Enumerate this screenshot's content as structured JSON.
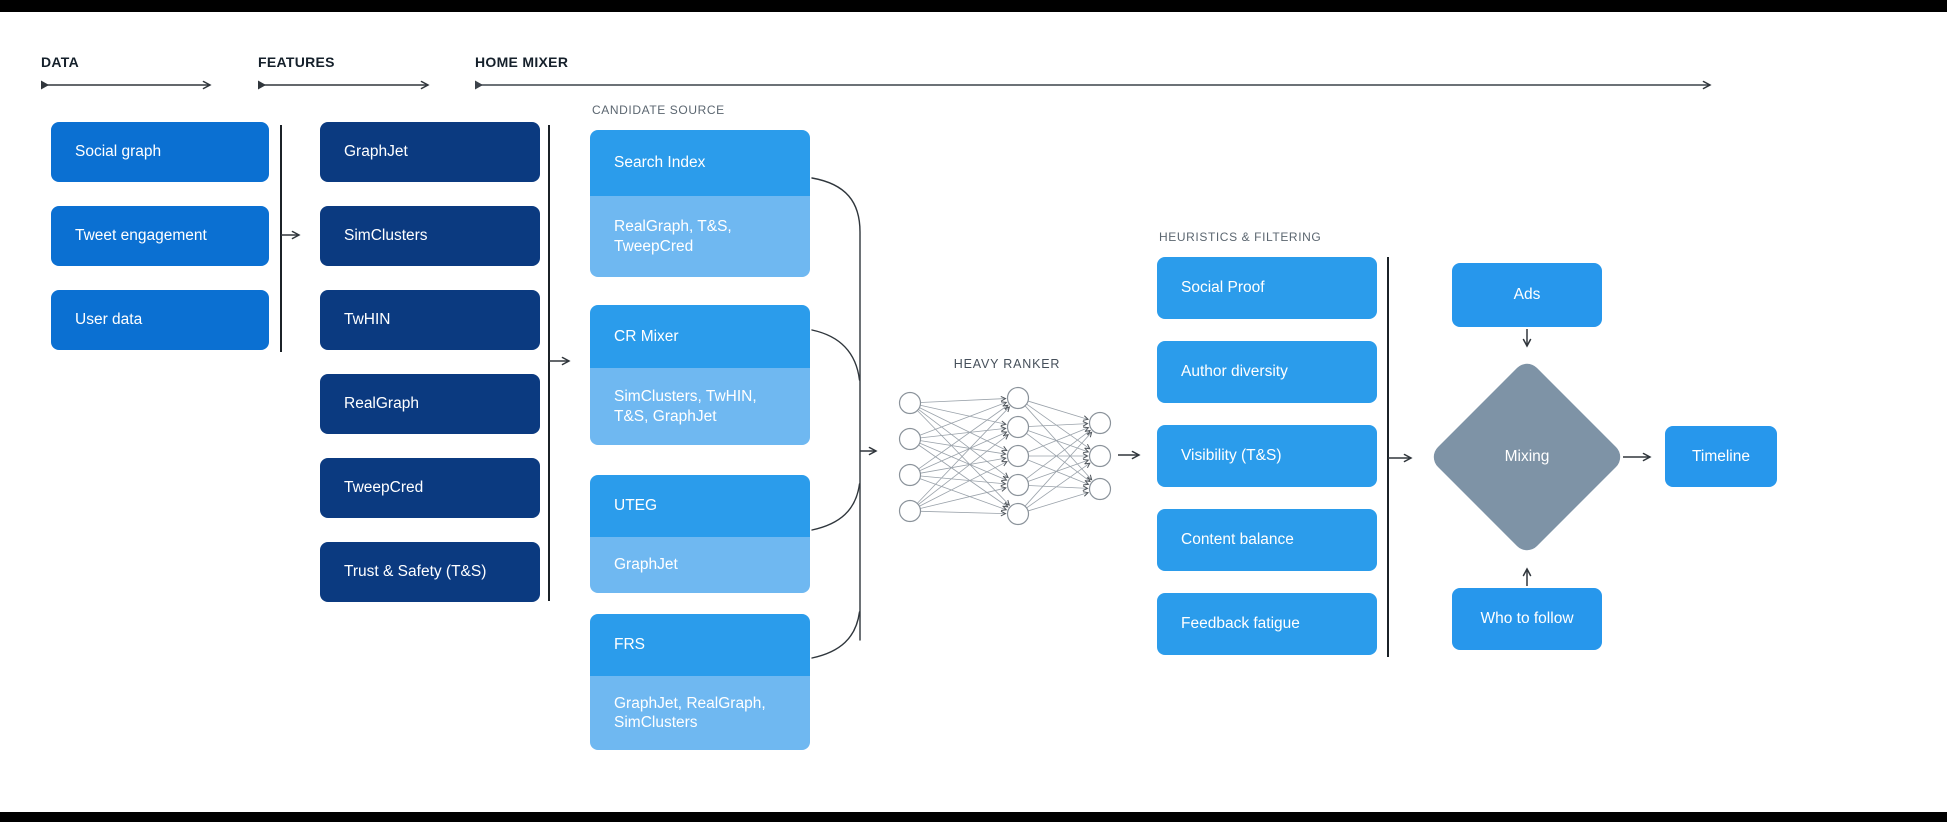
{
  "palette": {
    "data_box_blue": "#0b70d2",
    "features_navy": "#0b3a80",
    "candidate_title_blue": "#2b9ceb",
    "candidate_subtitle_blue": "#6fb8f1",
    "heuristics_blue": "#2b9ceb",
    "output_blue": "#2797ec",
    "diamond_gray": "#7e93a6",
    "header_text": "#15202b",
    "caps_label_gray": "#5b6670",
    "connector_dark": "#30363c",
    "frame_black": "#000000"
  },
  "sections": {
    "data": {
      "label": "DATA",
      "items": [
        "Social graph",
        "Tweet engagement",
        "User data"
      ]
    },
    "features": {
      "label": "FEATURES",
      "items": [
        "GraphJet",
        "SimClusters",
        "TwHIN",
        "RealGraph",
        "TweepCred",
        "Trust & Safety (T&S)"
      ]
    },
    "home_mixer": {
      "label": "HOME MIXER",
      "candidate_source": {
        "label": "CANDIDATE SOURCE",
        "items": [
          {
            "title": "Search Index",
            "sub": "RealGraph, T&S, TweepCred"
          },
          {
            "title": "CR Mixer",
            "sub": "SimClusters, TwHIN, T&S, GraphJet"
          },
          {
            "title": "UTEG",
            "sub": "GraphJet"
          },
          {
            "title": "FRS",
            "sub": "GraphJet, RealGraph, SimClusters"
          }
        ]
      },
      "heavy_ranker": {
        "label": "HEAVY RANKER"
      },
      "heuristics": {
        "label": "HEURISTICS & FILTERING",
        "items": [
          "Social Proof",
          "Author diversity",
          "Visibility (T&S)",
          "Content balance",
          "Feedback fatigue"
        ]
      },
      "mixing": {
        "ads_label": "Ads",
        "who_to_follow_label": "Who to follow",
        "diamond_label": "Mixing",
        "timeline_label": "Timeline"
      }
    }
  }
}
